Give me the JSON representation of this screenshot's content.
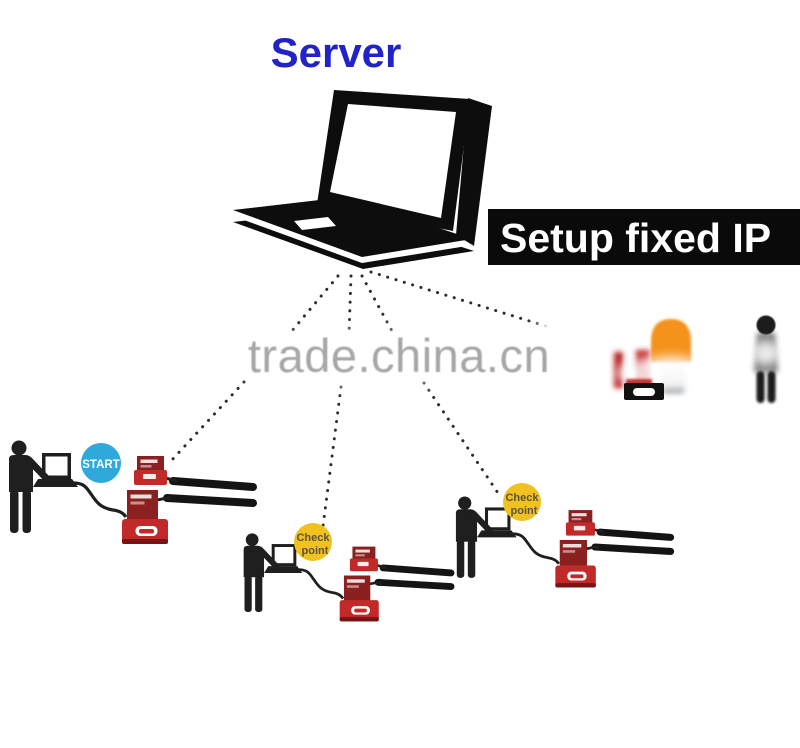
{
  "title": {
    "server_label": "Server"
  },
  "banner": {
    "text": "Setup fixed IP",
    "bg": "#0a0a0a",
    "fg": "#ffffff"
  },
  "watermark": {
    "text": "trade.china.cn",
    "color": "#a0a0a0"
  },
  "badges": {
    "start": {
      "label": "START",
      "bg": "#2fa9dc",
      "fg": "#ffffff"
    },
    "checkpoint": {
      "line1": "Check",
      "line2": "point",
      "bg": "#f1c11f",
      "fg": "#5c5240"
    }
  },
  "colors": {
    "server_text": "#2122c8",
    "silhouette": "#1f1f1f",
    "laptop_black": "#0d0d0d",
    "device_red": "#c22a2a",
    "device_panel": "#8a2020",
    "device_shadow": "#7a1414",
    "beacon_orange": "#f5921e",
    "dotted_line": "#2b2b2b"
  },
  "stations": [
    {
      "name": "start-station",
      "badge": "START"
    },
    {
      "name": "checkpoint-station-1",
      "badge": "Check point"
    },
    {
      "name": "checkpoint-station-2",
      "badge": "Check point"
    }
  ]
}
